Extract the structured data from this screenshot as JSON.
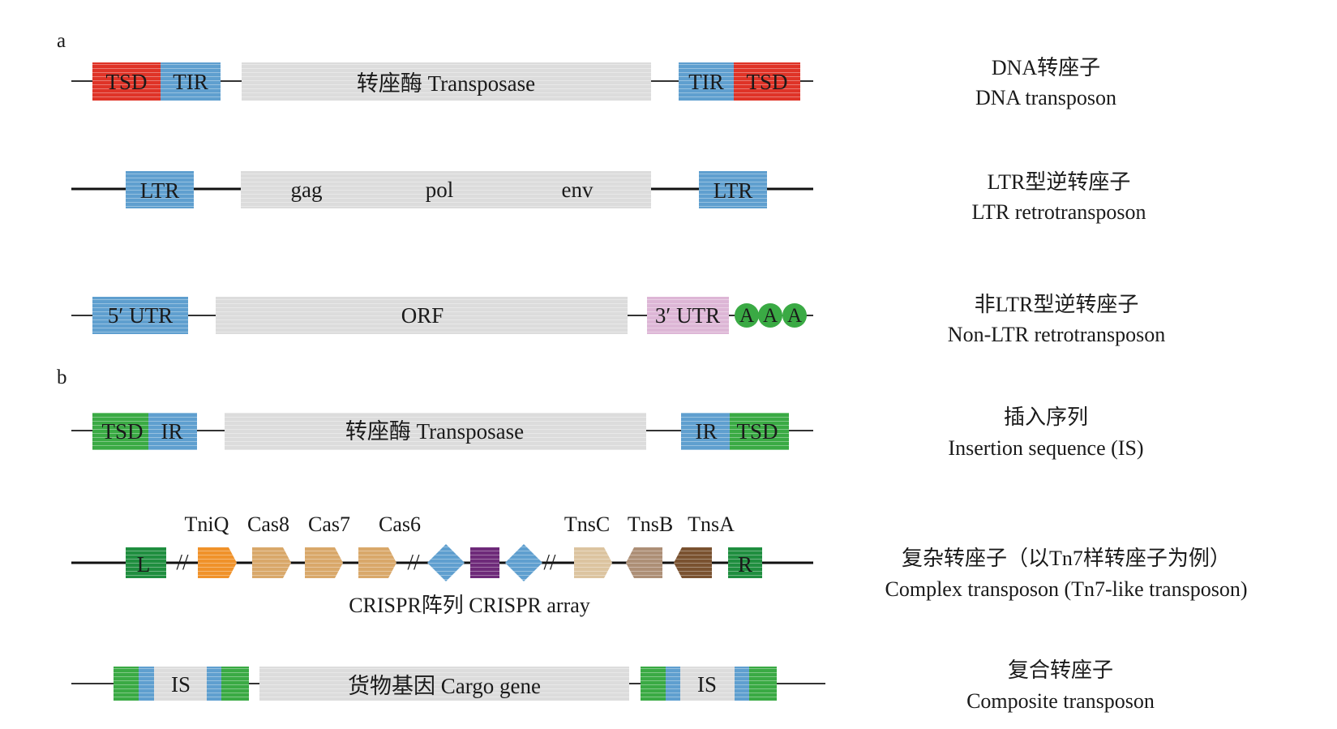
{
  "colors": {
    "tsd_red": "#df3327",
    "tir_blue": "#5f9fcf",
    "gray": "#dcdcdc",
    "utr_pink": "#ddb6d6",
    "green": "#3aaa44",
    "dark_green": "#1f8e3f",
    "tniq_orange": "#f0922a",
    "cas_tan": "#d9a86a",
    "purple": "#6e2a79",
    "tnsc_beige": "#dcc4a0",
    "tnsb_brown": "#ad8f76",
    "tnsa_brown": "#7a5230"
  },
  "panel_a": {
    "letter": "a"
  },
  "panel_b": {
    "letter": "b"
  },
  "dna": {
    "tsd_left": "TSD",
    "tir_left": "TIR",
    "transposase": "转座酶 Transposase",
    "tir_right": "TIR",
    "tsd_right": "TSD",
    "name_zh": "DNA转座子",
    "name_en": "DNA transposon"
  },
  "ltr": {
    "ltr_left": "LTR",
    "gag": "gag",
    "pol": "pol",
    "env": "env",
    "ltr_right": "LTR",
    "name_zh": "LTR型逆转座子",
    "name_en": "LTR retrotransposon"
  },
  "nonltr": {
    "utr5": "5′ UTR",
    "orf": "ORF",
    "utr3": "3′ UTR",
    "polyA": [
      "A",
      "A",
      "A"
    ],
    "name_zh": "非LTR型逆转座子",
    "name_en": "Non-LTR retrotransposon"
  },
  "is": {
    "tsd_left": "TSD",
    "ir_left": "IR",
    "transposase": "转座酶 Transposase",
    "ir_right": "IR",
    "tsd_right": "TSD",
    "name_zh": "插入序列",
    "name_en": "Insertion sequence (IS)"
  },
  "complex": {
    "l": "L",
    "r": "R",
    "tniq": "TniQ",
    "cas8": "Cas8",
    "cas7": "Cas7",
    "cas6": "Cas6",
    "tnsc": "TnsC",
    "tnsb": "TnsB",
    "tnsa": "TnsA",
    "crispr": "CRISPR阵列 CRISPR array",
    "break_mark": "//",
    "name_zh": "复杂转座子（以Tn7样转座子为例）",
    "name_en": "Complex transposon (Tn7-like transposon)"
  },
  "composite": {
    "is_left": "IS",
    "cargo": "货物基因 Cargo gene",
    "is_right": "IS",
    "name_zh": "复合转座子",
    "name_en": "Composite transposon"
  }
}
